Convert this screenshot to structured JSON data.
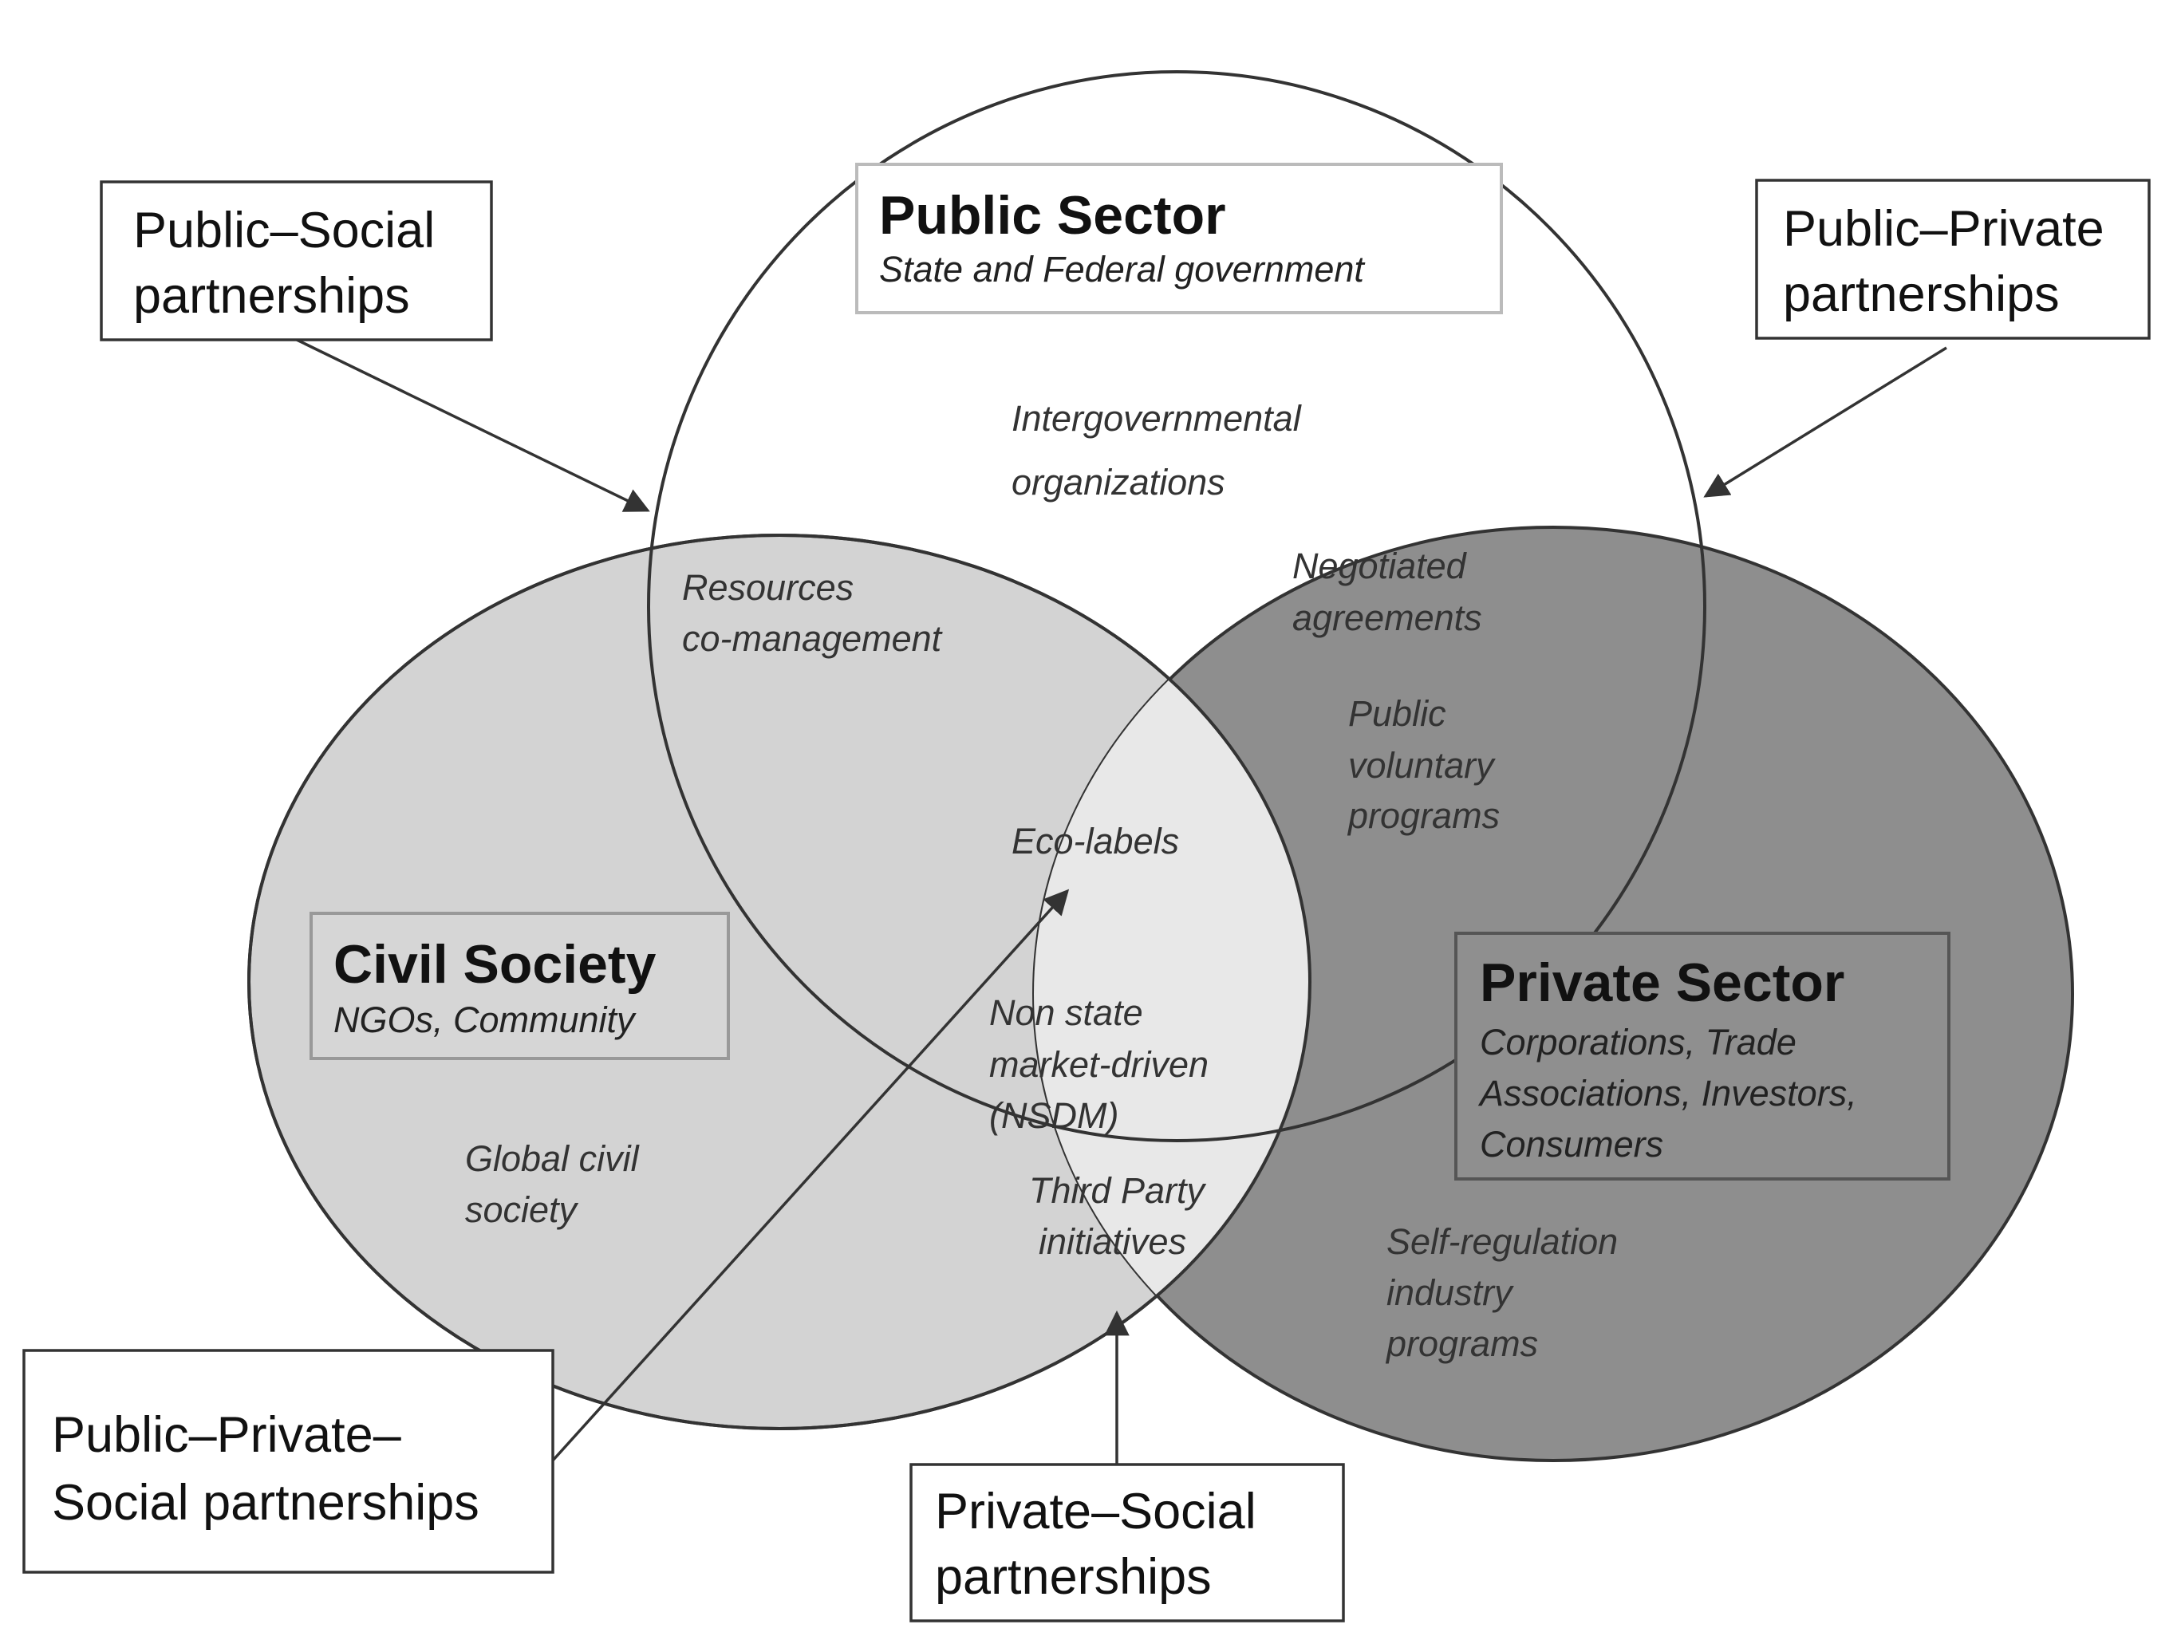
{
  "sectors": {
    "public": {
      "title": "Public Sector",
      "subtitle": "State and Federal government"
    },
    "civil": {
      "title": "Civil Society",
      "subtitle": "NGOs, Community"
    },
    "private": {
      "title": "Private Sector",
      "subtitle_lines": [
        "Corporations, Trade",
        "Associations, Investors,",
        "Consumers"
      ]
    }
  },
  "regions": {
    "intergovernmental": [
      "Intergovernmental",
      "organizations"
    ],
    "resources": [
      "Resources",
      "co-management"
    ],
    "negotiated": [
      "Negotiated",
      "agreements"
    ],
    "public_voluntary": [
      "Public",
      "voluntary",
      "programs"
    ],
    "eco_labels": [
      "Eco-labels"
    ],
    "nsdm": [
      "Non state",
      "market-driven",
      "(NSDM)"
    ],
    "third_party": [
      "Third Party",
      "initiatives"
    ],
    "global_civil": [
      "Global civil",
      "society"
    ],
    "self_regulation": [
      "Self-regulation",
      "industry",
      "programs"
    ]
  },
  "callouts": {
    "public_social": [
      "Public–Social",
      "partnerships"
    ],
    "public_private": [
      "Public–Private",
      "partnerships"
    ],
    "public_private_social": [
      "Public–Private–",
      "Social partnerships"
    ],
    "private_social": [
      "Private–Social",
      "partnerships"
    ]
  },
  "colors": {
    "civil_fill": "#d3d3d3",
    "private_fill": "#8e8e8e",
    "center_fill": "#e8e8e8",
    "outline": "#333333"
  }
}
